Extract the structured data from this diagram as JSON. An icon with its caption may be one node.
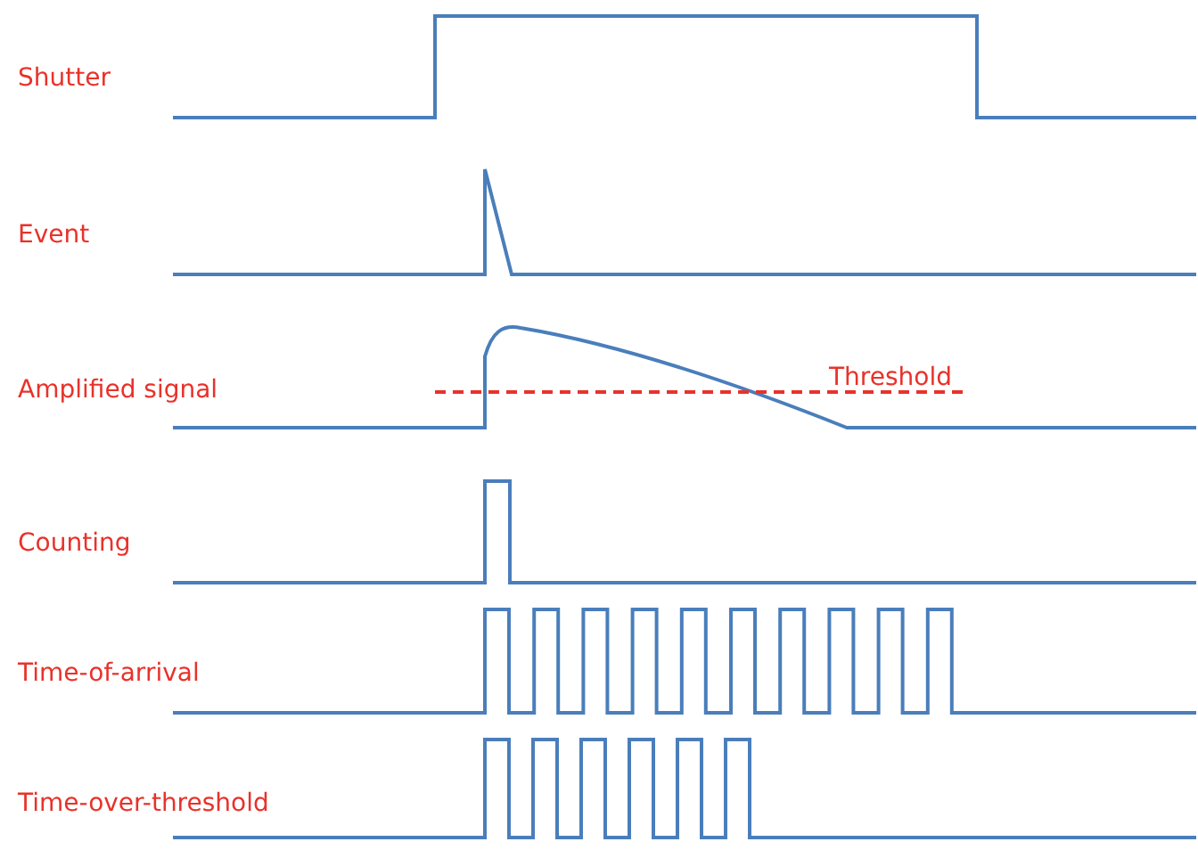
{
  "diagram": {
    "labels": [
      "Shutter",
      "Event",
      "Amplified signal",
      "Threshold",
      "Counting",
      "Time-of-arrival",
      "Time-over-threshold"
    ]
  }
}
